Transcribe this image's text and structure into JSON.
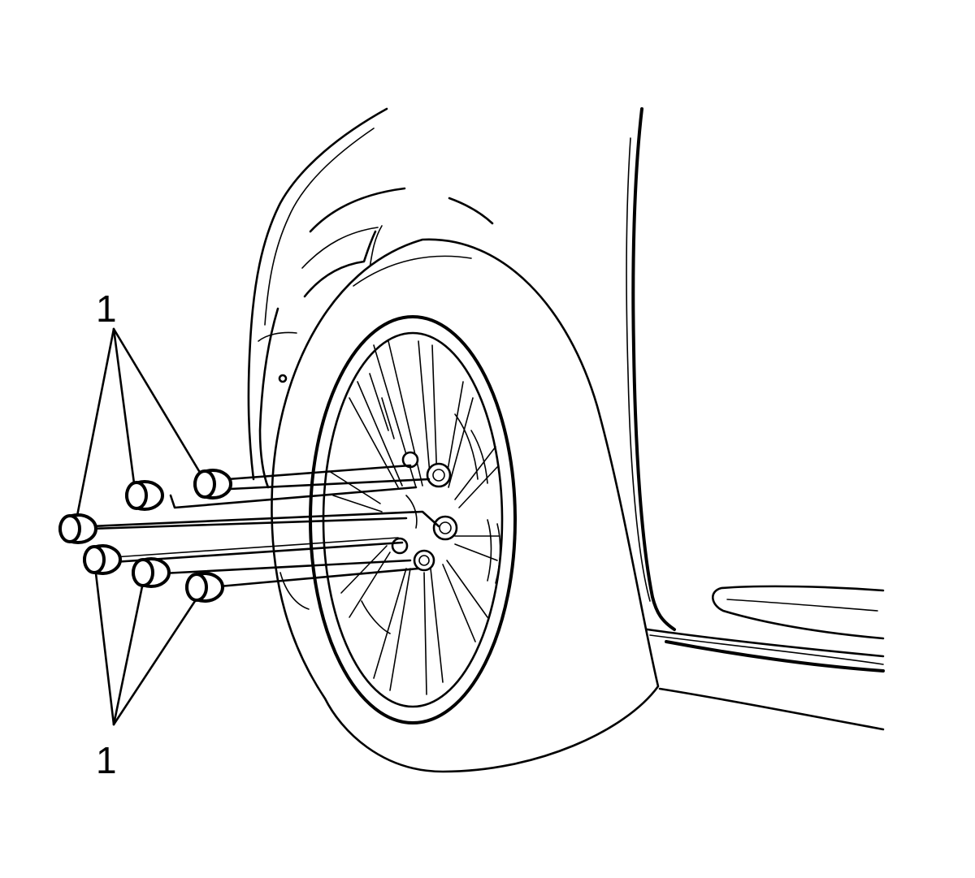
{
  "figure": {
    "callouts": [
      {
        "id": "upper",
        "label": "1"
      },
      {
        "id": "lower",
        "label": "1"
      }
    ]
  }
}
